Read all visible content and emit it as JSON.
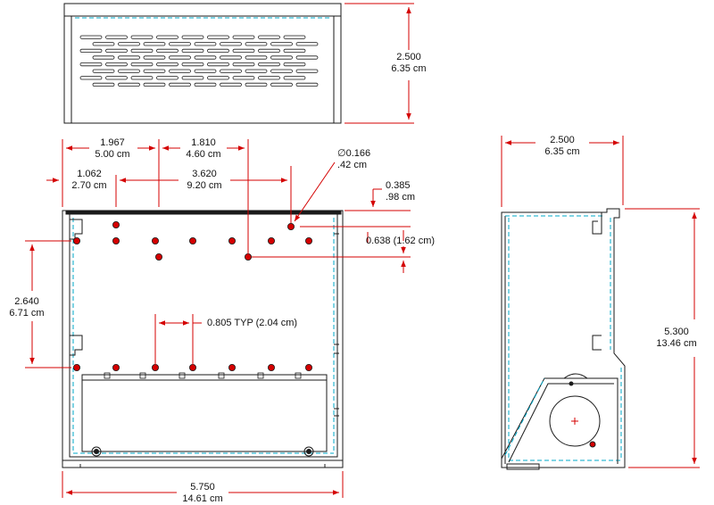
{
  "dimensions": {
    "top_height": {
      "imperial": "2.500",
      "metric": "6.35 cm"
    },
    "side_width": {
      "imperial": "2.500",
      "metric": "6.35 cm"
    },
    "side_height": {
      "imperial": "5.300",
      "metric": "13.46 cm"
    },
    "front_width": {
      "imperial": "5.750",
      "metric": "14.61 cm"
    },
    "front_left_height": {
      "imperial": "2.640",
      "metric": "6.71 cm"
    },
    "dim_1967": {
      "imperial": "1.967",
      "metric": "5.00 cm"
    },
    "dim_1810": {
      "imperial": "1.810",
      "metric": "4.60 cm"
    },
    "dim_1062": {
      "imperial": "1.062",
      "metric": "2.70 cm"
    },
    "dim_3620": {
      "imperial": "3.620",
      "metric": "9.20 cm"
    },
    "hole_diameter": {
      "imperial": "∅0.166",
      "metric": ".42 cm"
    },
    "dim_0385": {
      "imperial": "0.385",
      "metric": ".98 cm"
    },
    "dim_0638": {
      "text": "0.638 (1.62 cm)"
    },
    "typ_spacing": {
      "text": "0.805 TYP (2.04 cm)"
    }
  },
  "colors": {
    "line": "#1a1a1a",
    "dim_line": "#d40000",
    "hidden_line": "#00a8c8",
    "hole_fill": "#d40000"
  }
}
